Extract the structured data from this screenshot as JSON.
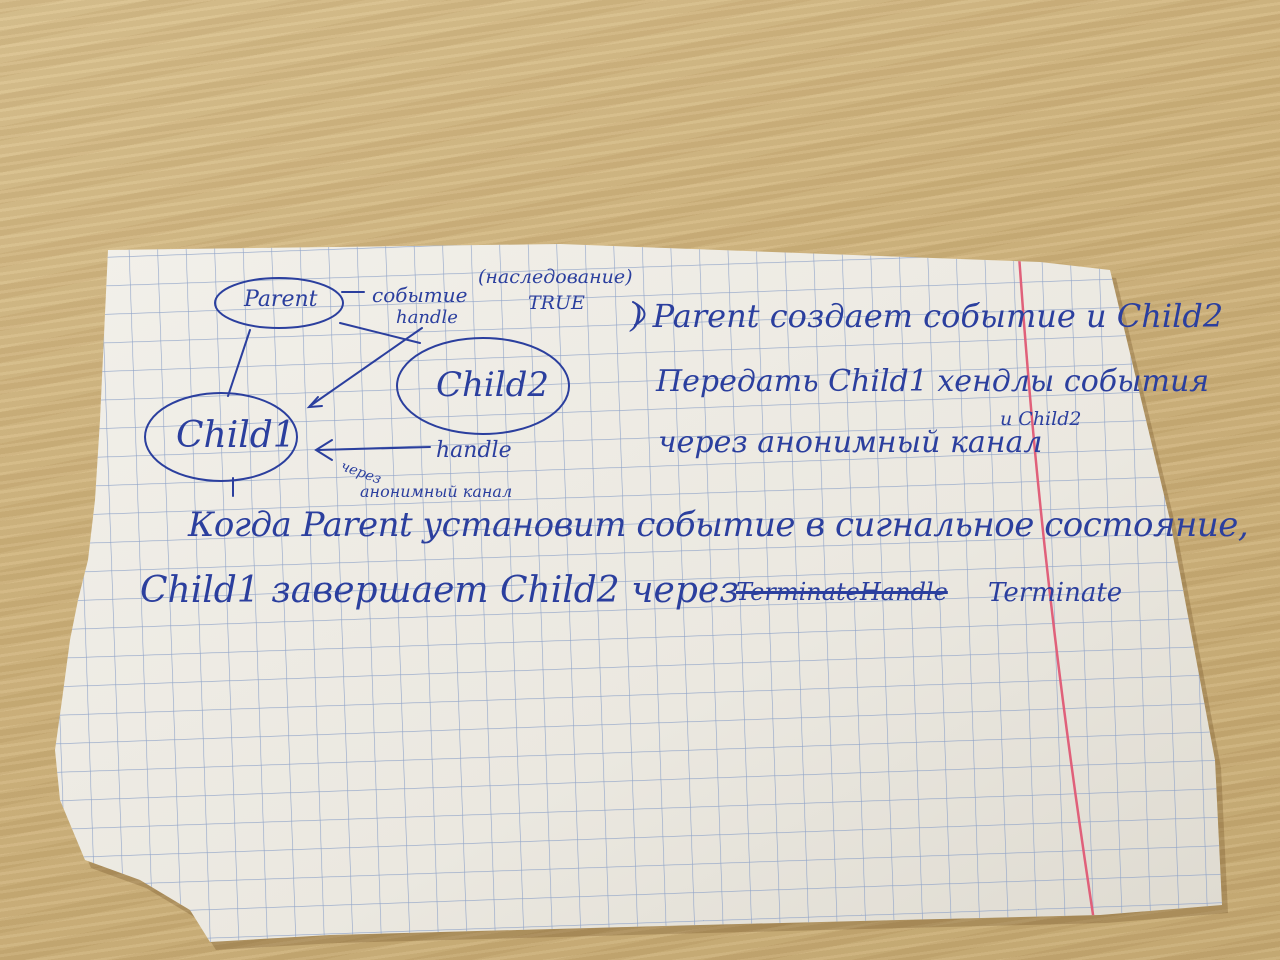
{
  "photo": {
    "surface": "wooden-table",
    "ink_color": "#2b3f9e",
    "margin_line_color": "#e0607a",
    "grid_color": "#8fa3c8"
  },
  "diagram": {
    "node_parent": "Parent",
    "node_child1": "Child1",
    "node_child2": "Child2",
    "label_event": "событие",
    "label_handle_top": "handle",
    "label_inherit": "(наследование)",
    "label_true": "TRUE",
    "label_handle_bottom": "handle",
    "label_via": "через",
    "label_anon_pipe_small": "анонимный канал"
  },
  "notes": {
    "line1": ") Parent создает событие и Child2",
    "line2": "Передать Child1 хендлы события",
    "line2b": "и Child2",
    "line3": "через анонимный канал",
    "line4": "Когда Parent установит событие в сигнальное состояние,",
    "line5a": "Child1 завершает Child2 через",
    "line5_struck": "TerminateHandle",
    "line5b": "Terminate"
  }
}
